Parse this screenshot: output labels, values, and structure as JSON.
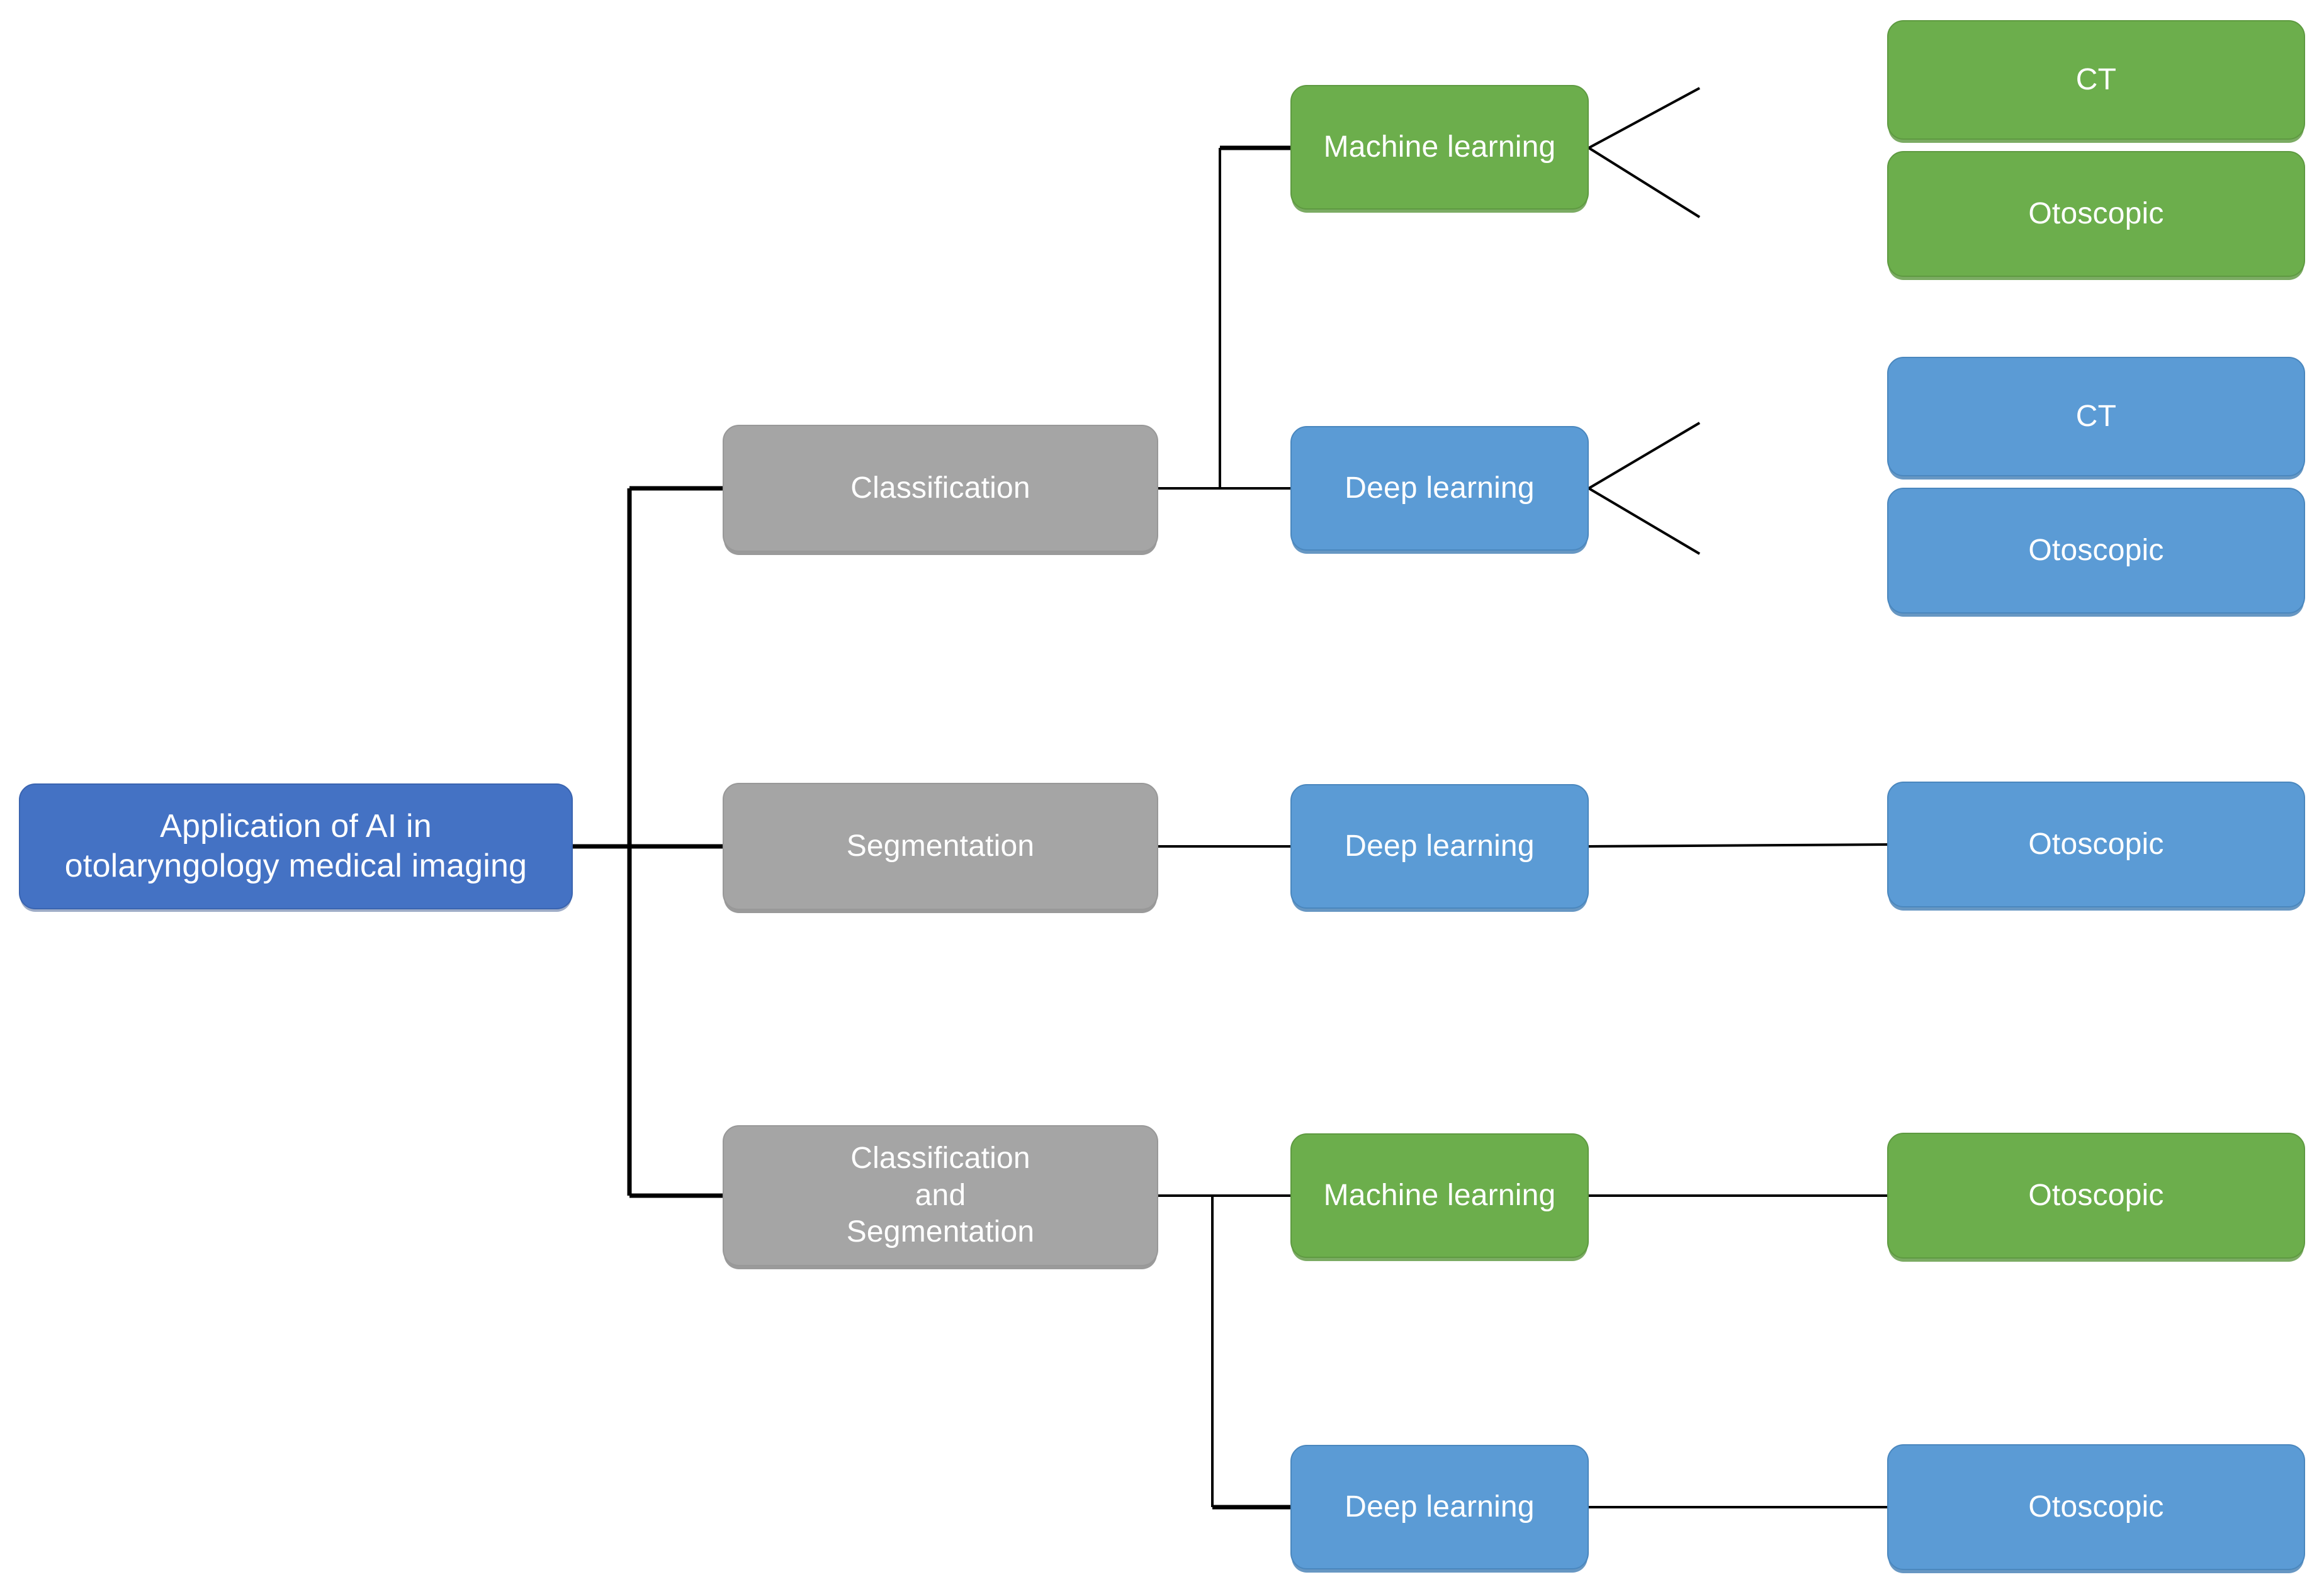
{
  "diagram": {
    "title": "Application of AI in otolaryngology medical imaging",
    "type": "tree",
    "orientation": "left-to-right",
    "background_color": "#FFFFFF",
    "palette": {
      "root": "#4472C4",
      "category": "#A5A5A5",
      "machine_learning": "#6CAE4C",
      "deep_learning": "#5B9BD5",
      "connector": "#000000",
      "text": "#FFFFFF"
    },
    "root": {
      "label": "Application of AI in\notolaryngology medical imaging"
    },
    "branches": [
      {
        "label": "Classification",
        "methods": [
          {
            "label": "Machine learning",
            "color_key": "machine_learning",
            "modalities": [
              {
                "label": "CT"
              },
              {
                "label": "Otoscopic"
              }
            ]
          },
          {
            "label": "Deep learning",
            "color_key": "deep_learning",
            "modalities": [
              {
                "label": "CT"
              },
              {
                "label": "Otoscopic"
              }
            ]
          }
        ]
      },
      {
        "label": "Segmentation",
        "methods": [
          {
            "label": "Deep learning",
            "color_key": "deep_learning",
            "modalities": [
              {
                "label": "Otoscopic"
              }
            ]
          }
        ]
      },
      {
        "label": "Classification\nand\nSegmentation",
        "methods": [
          {
            "label": "Machine learning",
            "color_key": "machine_learning",
            "modalities": [
              {
                "label": "Otoscopic"
              }
            ]
          },
          {
            "label": "Deep learning",
            "color_key": "deep_learning",
            "modalities": [
              {
                "label": "Otoscopic"
              }
            ]
          }
        ]
      }
    ],
    "nodes": {
      "root": "Application of AI in\notolaryngology medical imaging",
      "classification": "Classification",
      "segmentation": "Segmentation",
      "classification_and_segmentation": "Classification\nand\nSegmentation",
      "cls_ml": "Machine learning",
      "cls_ml_ct": "CT",
      "cls_ml_oto": "Otoscopic",
      "cls_dl": "Deep learning",
      "cls_dl_ct": "CT",
      "cls_dl_oto": "Otoscopic",
      "seg_dl": "Deep learning",
      "seg_dl_oto": "Otoscopic",
      "cas_ml": "Machine learning",
      "cas_ml_oto": "Otoscopic",
      "cas_dl": "Deep learning",
      "cas_dl_oto": "Otoscopic"
    }
  }
}
